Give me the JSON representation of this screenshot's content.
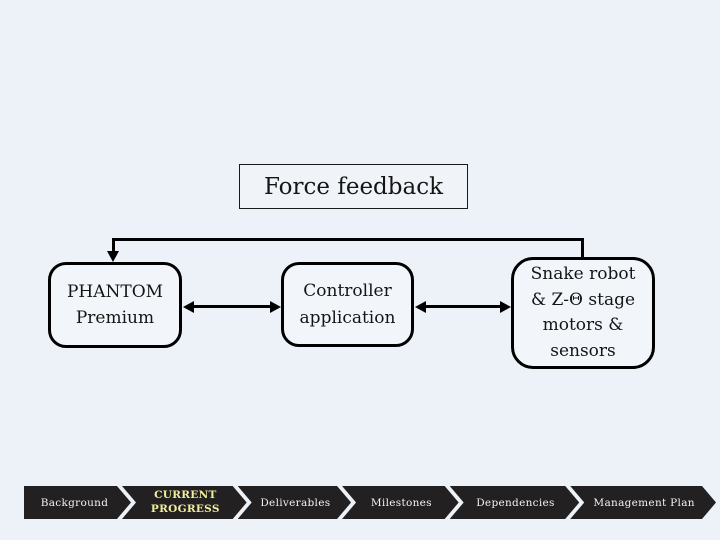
{
  "diagram": {
    "title": "Force feedback",
    "nodes": {
      "left": {
        "label": "PHANTOM\nPremium"
      },
      "center": {
        "label": "Controller\napplication"
      },
      "right": {
        "label": "Snake robot\n& Z-Θ stage\nmotors &\nsensors"
      }
    },
    "connections": [
      {
        "from": "Force feedback",
        "to": "PHANTOM Premium",
        "style": "arrow-down"
      },
      {
        "from": "Force feedback",
        "to": "Snake robot & Z-Θ stage motors & sensors",
        "style": "line-down"
      },
      {
        "from": "PHANTOM Premium",
        "to": "Controller application",
        "style": "double-arrow"
      },
      {
        "from": "Controller application",
        "to": "Snake robot & Z-Θ stage motors & sensors",
        "style": "double-arrow"
      }
    ]
  },
  "nav": {
    "items": [
      {
        "label": "Background",
        "current": false
      },
      {
        "label": "CURRENT PROGRESS",
        "current": true
      },
      {
        "label": "Deliverables",
        "current": false
      },
      {
        "label": "Milestones",
        "current": false
      },
      {
        "label": "Dependencies",
        "current": false
      },
      {
        "label": "Management Plan",
        "current": false
      }
    ]
  },
  "colors": {
    "background": "#edf2f8",
    "node_fill": "#f2f6fa",
    "stroke": "#000000",
    "nav_bar": "#222020",
    "nav_text": "#f5f3ee",
    "nav_current_text": "#f1eea0"
  }
}
